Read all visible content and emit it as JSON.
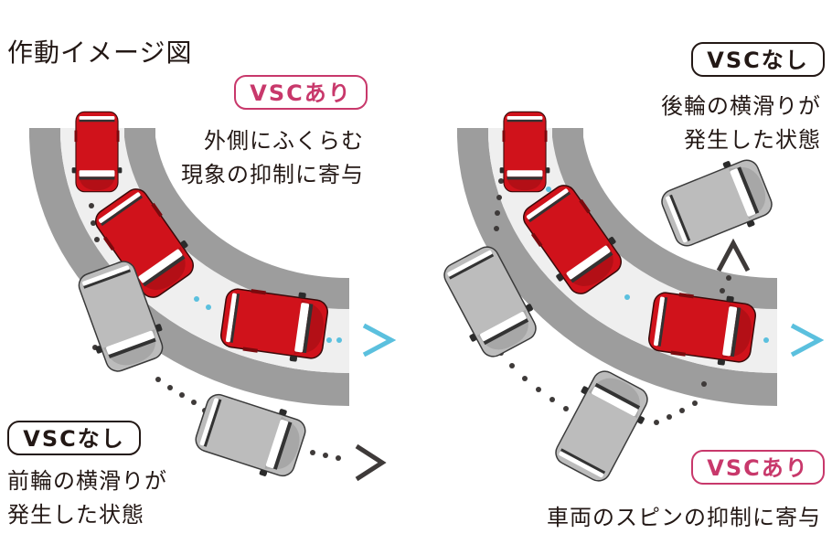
{
  "title": "作動イメージ図",
  "left_panel": {
    "badge_on": "VSCあり",
    "desc_on": [
      "外側にふくらむ",
      "現象の抑制に寄与"
    ],
    "badge_off": "VSCなし",
    "desc_off": [
      "前輪の横滑りが",
      "発生した状態"
    ]
  },
  "right_panel": {
    "badge_off": "VSCなし",
    "desc_off": [
      "後輪の横滑りが",
      "発生した状態"
    ],
    "badge_on": "VSCあり",
    "desc_on": [
      "車両のスピンの抑制に寄与"
    ]
  },
  "colors": {
    "vsc_on_accent": "#c8386b",
    "vsc_off_accent": "#231815",
    "car_red": "#d0121b",
    "car_gray": "#b9b9b9",
    "path_dot_blue": "#5bc0de",
    "path_dot_dark": "#3e3a39",
    "road_edge": "#9d9d9d",
    "road_surface": "#efefef"
  }
}
